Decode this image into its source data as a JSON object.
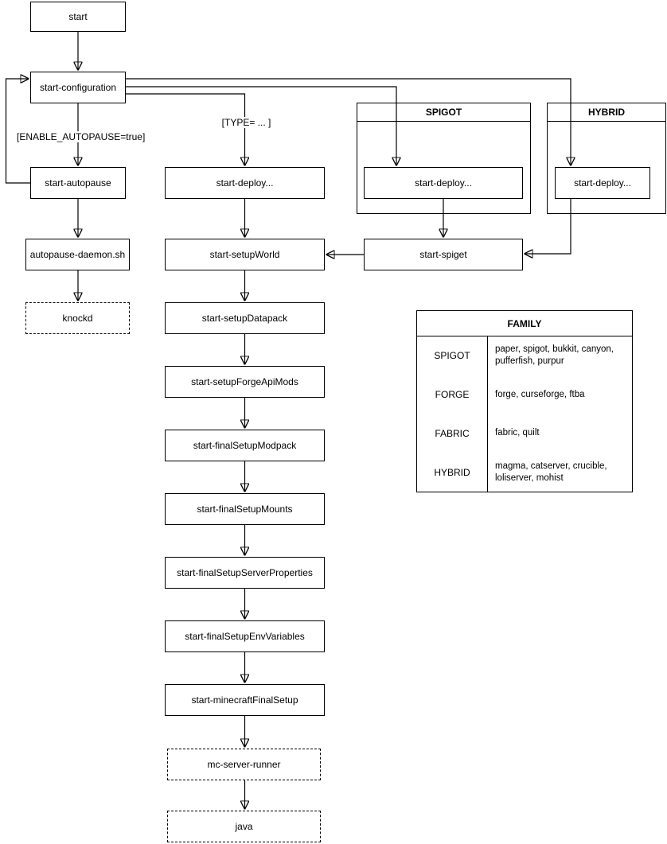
{
  "diagram": {
    "nodes": {
      "start": "start",
      "start_configuration": "start-configuration",
      "start_autopause": "start-autopause",
      "autopause_daemon": "autopause-daemon.sh",
      "knockd": "knockd",
      "deploy_middle": "start-deploy...",
      "setup_world": "start-setupWorld",
      "setup_datapack": "start-setupDatapack",
      "setup_forge_api_mods": "start-setupForgeApiMods",
      "final_setup_modpack": "start-finalSetupModpack",
      "final_setup_mounts": "start-finalSetupMounts",
      "final_setup_server_properties": "start-finalSetupServerProperties",
      "final_setup_env_variables": "start-finalSetupEnvVariables",
      "minecraft_final_setup": "start-minecraftFinalSetup",
      "mc_server_runner": "mc-server-runner",
      "java": "java",
      "deploy_spigot": "start-deploy...",
      "deploy_hybrid": "start-deploy...",
      "start_spiget": "start-spiget"
    },
    "groups": {
      "spigot": "SPIGOT",
      "hybrid": "HYBRID"
    },
    "edge_labels": {
      "enable_autopause": "[ENABLE_AUTOPAUSE=true]",
      "type": "[TYPE= ... ]"
    },
    "family_table": {
      "title": "FAMILY",
      "rows": [
        {
          "family": "SPIGOT",
          "servers": "paper, spigot, bukkit, canyon, pufferfish, purpur"
        },
        {
          "family": "FORGE",
          "servers": "forge, curseforge, ftba"
        },
        {
          "family": "FABRIC",
          "servers": "fabric, quilt"
        },
        {
          "family": "HYBRID",
          "servers": "magma, catserver, crucible, loliserver, mohist"
        }
      ]
    },
    "colors": {
      "line": "#000000",
      "node_fill": "#ffffff",
      "background": "#ffffff"
    }
  }
}
